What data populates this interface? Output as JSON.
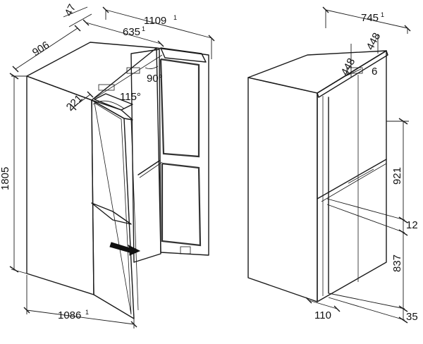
{
  "left_view": {
    "width_open": "1109",
    "width_door": "635",
    "depth_extra": "47",
    "depth": "906",
    "height": "1805",
    "door_depth": "221",
    "angle_open": "115°",
    "angle_90": "90°",
    "width_bottom": "1086",
    "mark": "1"
  },
  "right_view": {
    "total_width": "745",
    "half_width_a": "448",
    "half_width_b": "448",
    "gap": "6",
    "upper_height": "921",
    "divider": "12",
    "lower_height": "837",
    "base": "35",
    "foot": "110",
    "mark": "1"
  },
  "colors": {
    "line": "#1a1a1a",
    "background": "#ffffff",
    "arrow": "#111111"
  }
}
